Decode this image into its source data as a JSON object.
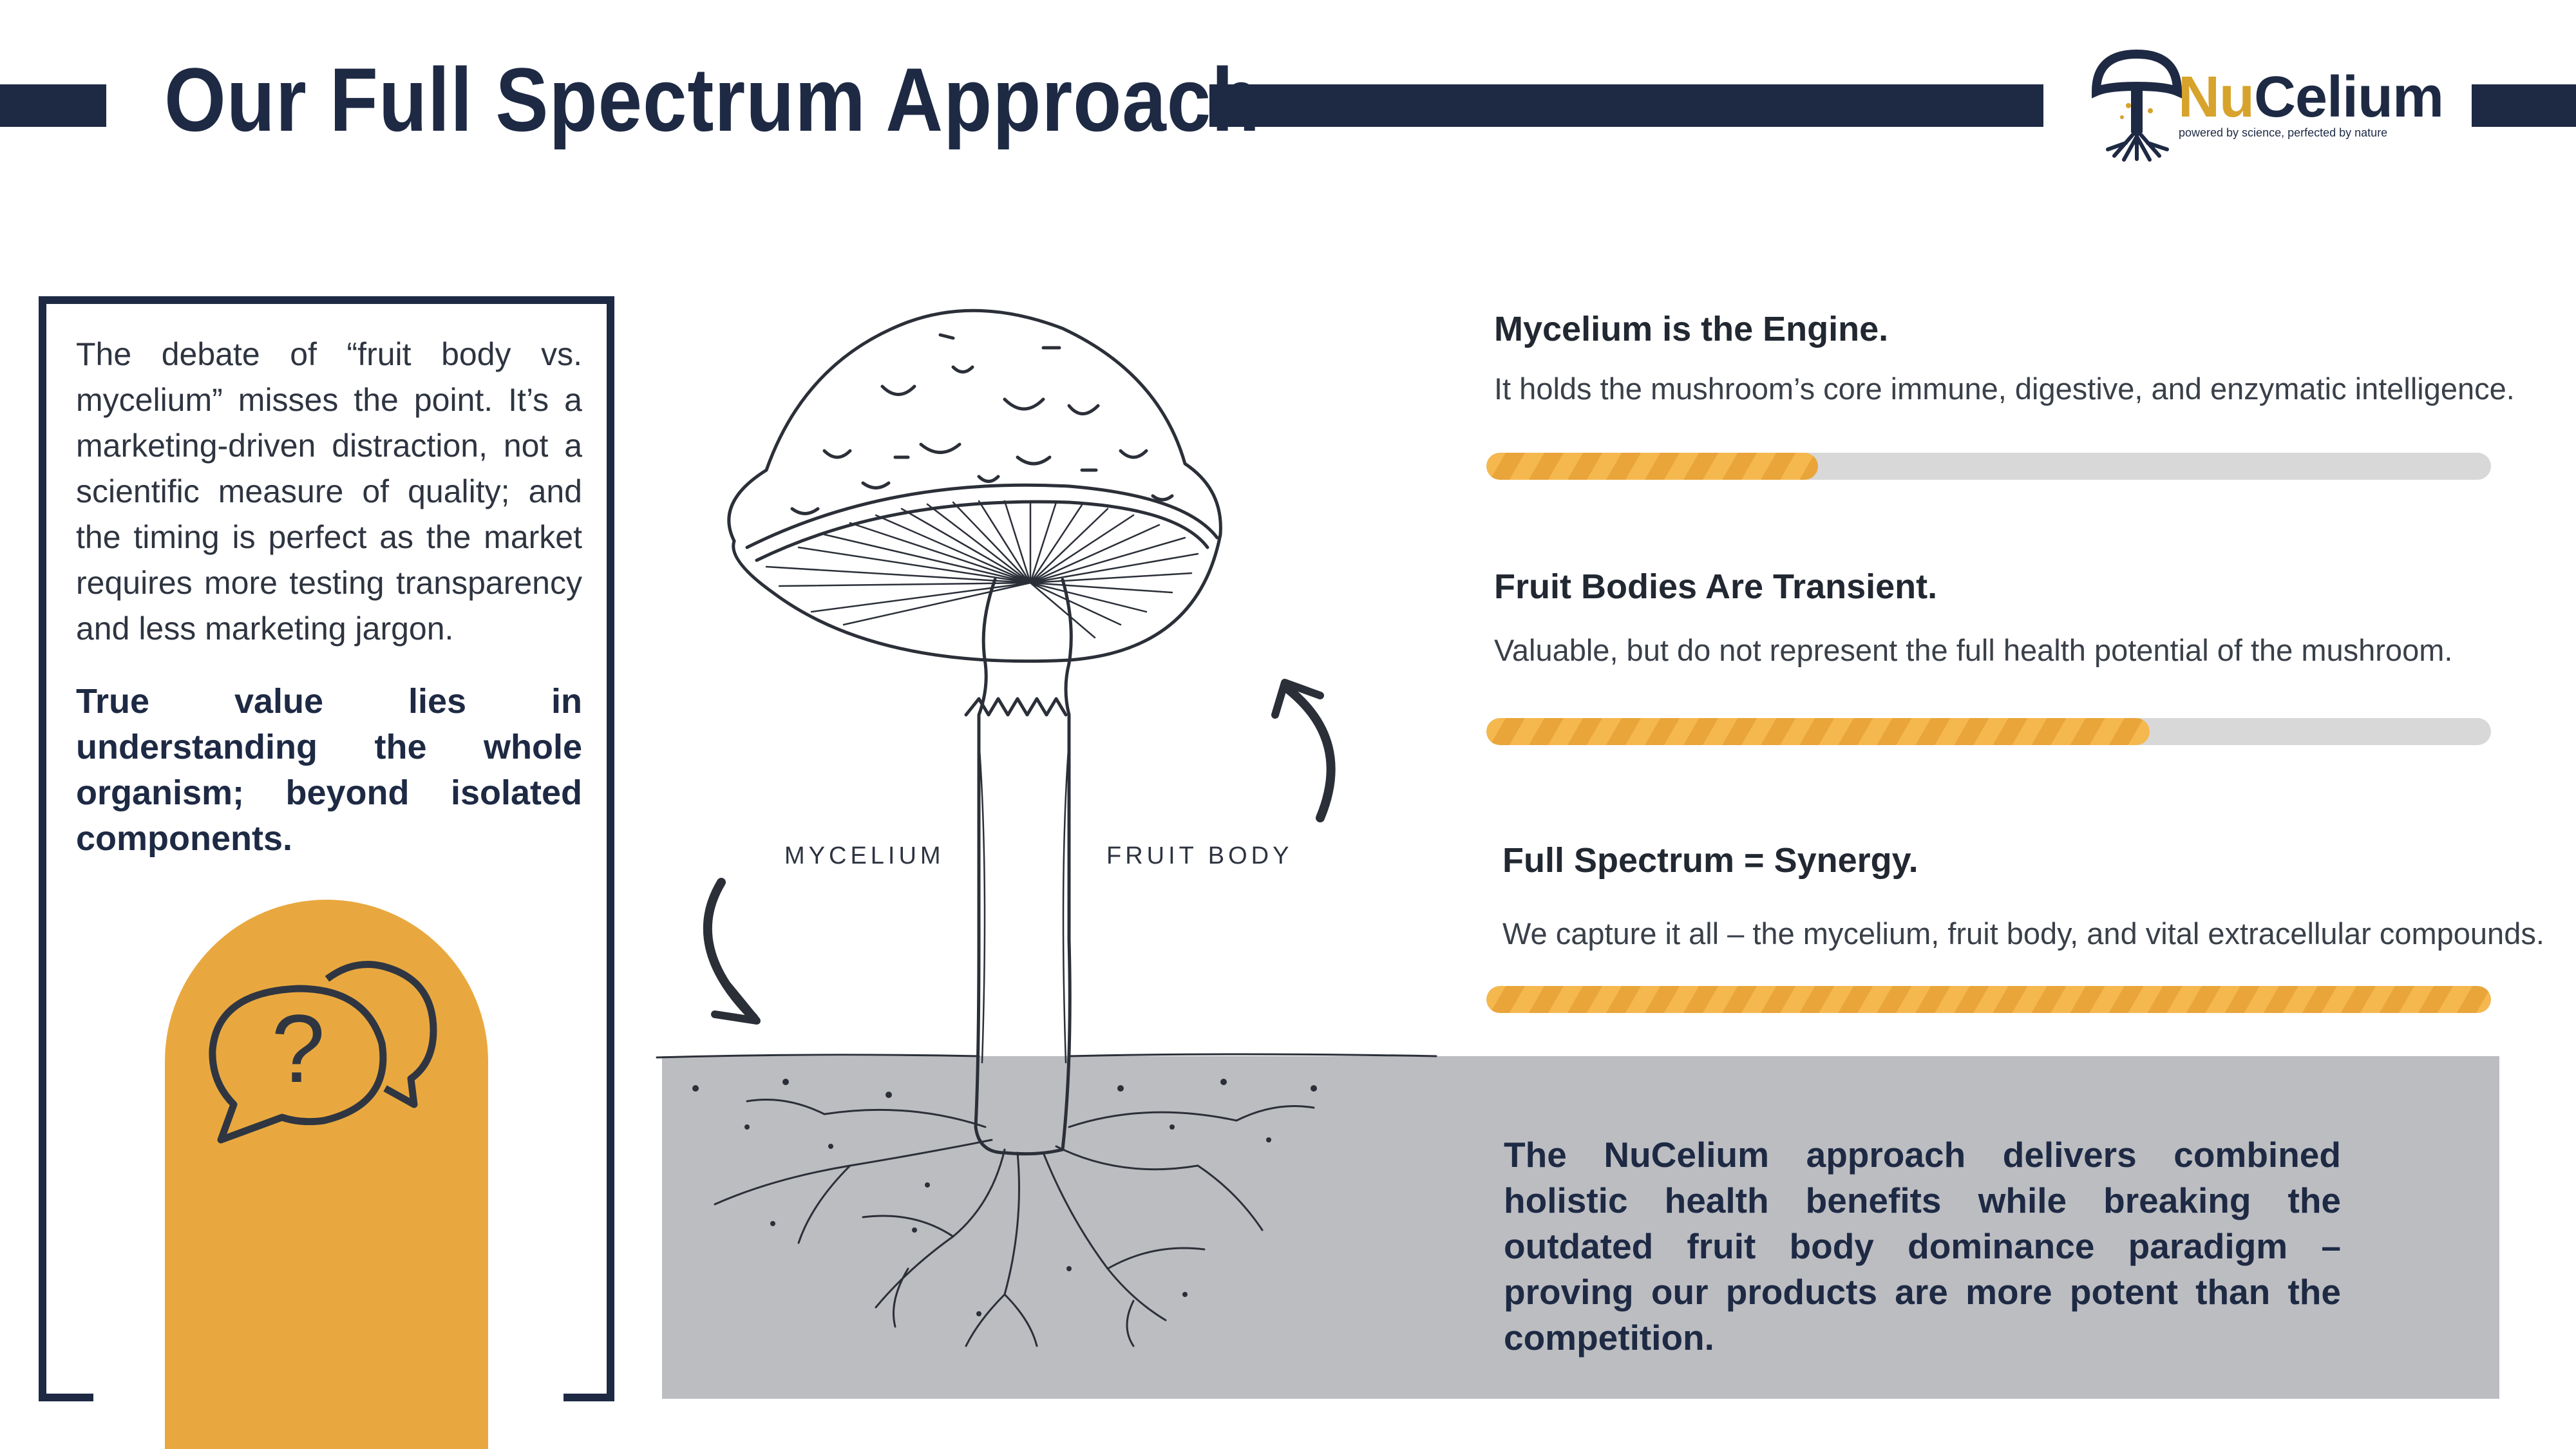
{
  "header": {
    "title": "Our Full Spectrum Approach",
    "logo": {
      "name_prefix": "Nu",
      "name_rest": "Celium",
      "tagline": "powered by science, perfected by nature"
    }
  },
  "card": {
    "intro": "The debate of “fruit body vs. mycelium” misses the point. It’s a marketing-driven distraction, not a scientific measure of quality; and the timing is perfect as the market requires more testing transparency and less marketing jargon.",
    "emphasis": "True value lies in understanding the whole organism; beyond isolated components.",
    "icon": "question-speech-bubbles-icon"
  },
  "diagram": {
    "labels": {
      "mycelium": "MYCELIUM",
      "fruit_body": "FRUIT BODY"
    }
  },
  "items": [
    {
      "title": "Mycelium is the Engine.",
      "desc": "It holds the mushroom’s core immune, digestive, and enzymatic intelligence.",
      "progress": 0.33
    },
    {
      "title": "Fruit Bodies Are Transient.",
      "desc": "Valuable, but do not represent the full health potential of the mushroom.",
      "progress": 0.66
    },
    {
      "title": "Full Spectrum = Synergy.",
      "desc": "We capture it all – the mycelium, fruit body, and vital extracellular compounds.",
      "progress": 1.0
    }
  ],
  "summary": "The NuCelium approach delivers combined holistic health benefits while breaking the outdated fruit body dominance paradigm – proving our products are more potent than the competition.",
  "colors": {
    "navy": "#1e2a44",
    "accent": "#e9a83f",
    "soil": "#bcbdc1",
    "track": "#d8d8d8"
  }
}
